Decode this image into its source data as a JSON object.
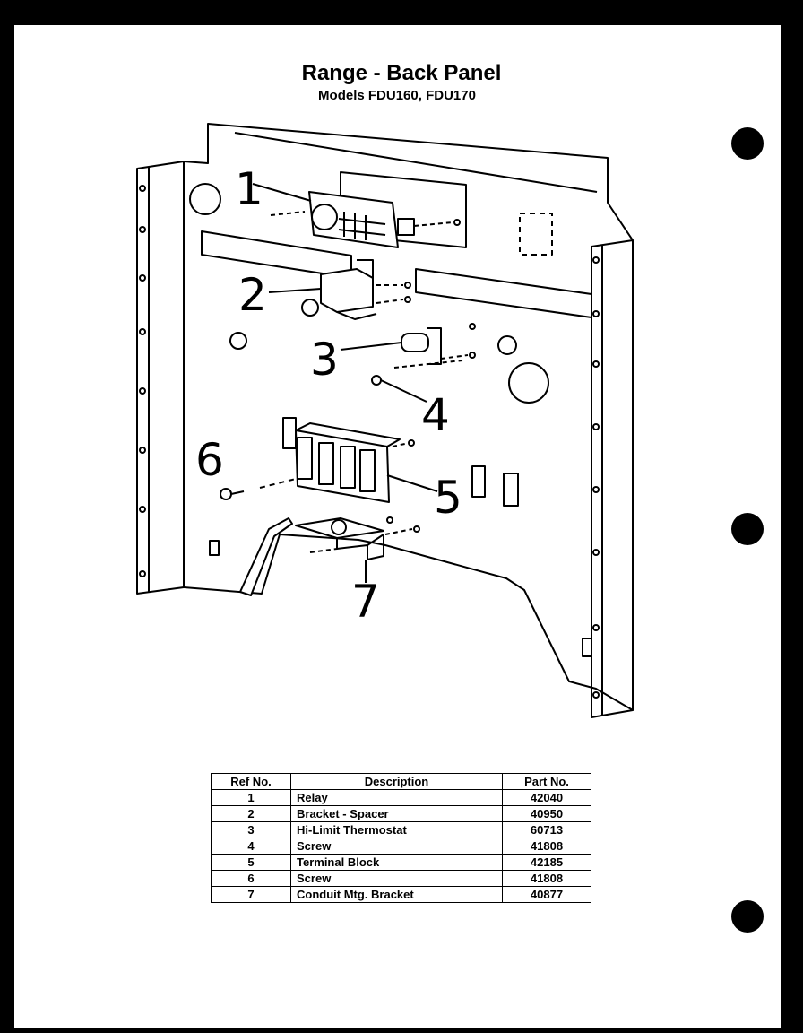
{
  "title": "Range - Back Panel",
  "subtitle": "Models FDU160, FDU170",
  "callouts": [
    "1",
    "2",
    "3",
    "4",
    "5",
    "6",
    "7"
  ],
  "table": {
    "headers": {
      "ref": "Ref No.",
      "desc": "Description",
      "part": "Part No."
    },
    "rows": [
      {
        "ref": "1",
        "desc": "Relay",
        "part": "42040"
      },
      {
        "ref": "2",
        "desc": "Bracket - Spacer",
        "part": "40950"
      },
      {
        "ref": "3",
        "desc": "Hi-Limit Thermostat",
        "part": "60713"
      },
      {
        "ref": "4",
        "desc": "Screw",
        "part": "41808"
      },
      {
        "ref": "5",
        "desc": "Terminal Block",
        "part": "42185"
      },
      {
        "ref": "6",
        "desc": "Screw",
        "part": "41808"
      },
      {
        "ref": "7",
        "desc": "Conduit Mtg. Bracket",
        "part": "40877"
      }
    ]
  }
}
